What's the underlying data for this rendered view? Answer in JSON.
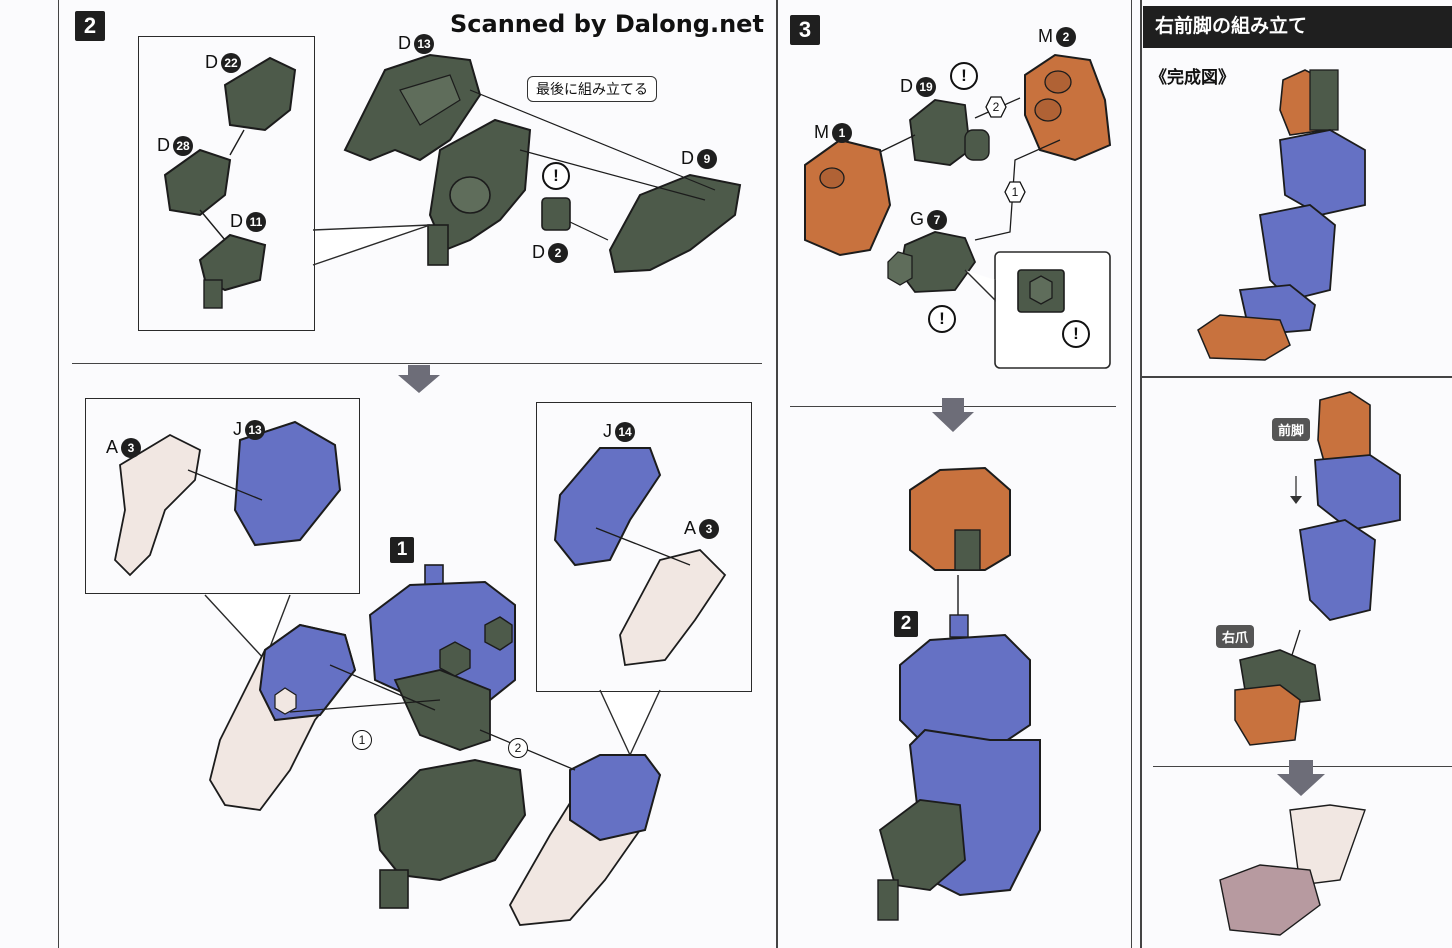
{
  "watermark": "Scanned by Dalong.net",
  "steps": {
    "s2": "2",
    "s3": "3"
  },
  "labels": {
    "d22": {
      "letter": "D",
      "num": "22"
    },
    "d13": {
      "letter": "D",
      "num": "13"
    },
    "d28": {
      "letter": "D",
      "num": "28"
    },
    "d11": {
      "letter": "D",
      "num": "11"
    },
    "d9": {
      "letter": "D",
      "num": "9"
    },
    "d2": {
      "letter": "D",
      "num": "2"
    },
    "a3_left": {
      "letter": "A",
      "num": "3"
    },
    "j13": {
      "letter": "J",
      "num": "13"
    },
    "j14": {
      "letter": "J",
      "num": "14"
    },
    "a3_right": {
      "letter": "A",
      "num": "3"
    },
    "m2": {
      "letter": "M",
      "num": "2"
    },
    "d19": {
      "letter": "D",
      "num": "19"
    },
    "m1": {
      "letter": "M",
      "num": "1"
    },
    "g7": {
      "letter": "G",
      "num": "7"
    }
  },
  "callout_last": "最後に組み立てる",
  "sub_badges": {
    "b1": "1",
    "b2": "2"
  },
  "order_marks": {
    "o1": "1",
    "o2": "2",
    "s3_hex2": "2",
    "s3_hex1": "1"
  },
  "warning_mark": "!",
  "sidebar": {
    "title": "右前脚の組み立て",
    "completed": "《完成図》",
    "tag_front_leg": "前脚",
    "tag_right_claw": "右爪"
  },
  "colors": {
    "dark_green": "#4d5a4a",
    "blue": "#6571c4",
    "orange": "#c8723e",
    "cream": "#f1e7e2",
    "gray_arrow": "#6d6d78"
  }
}
